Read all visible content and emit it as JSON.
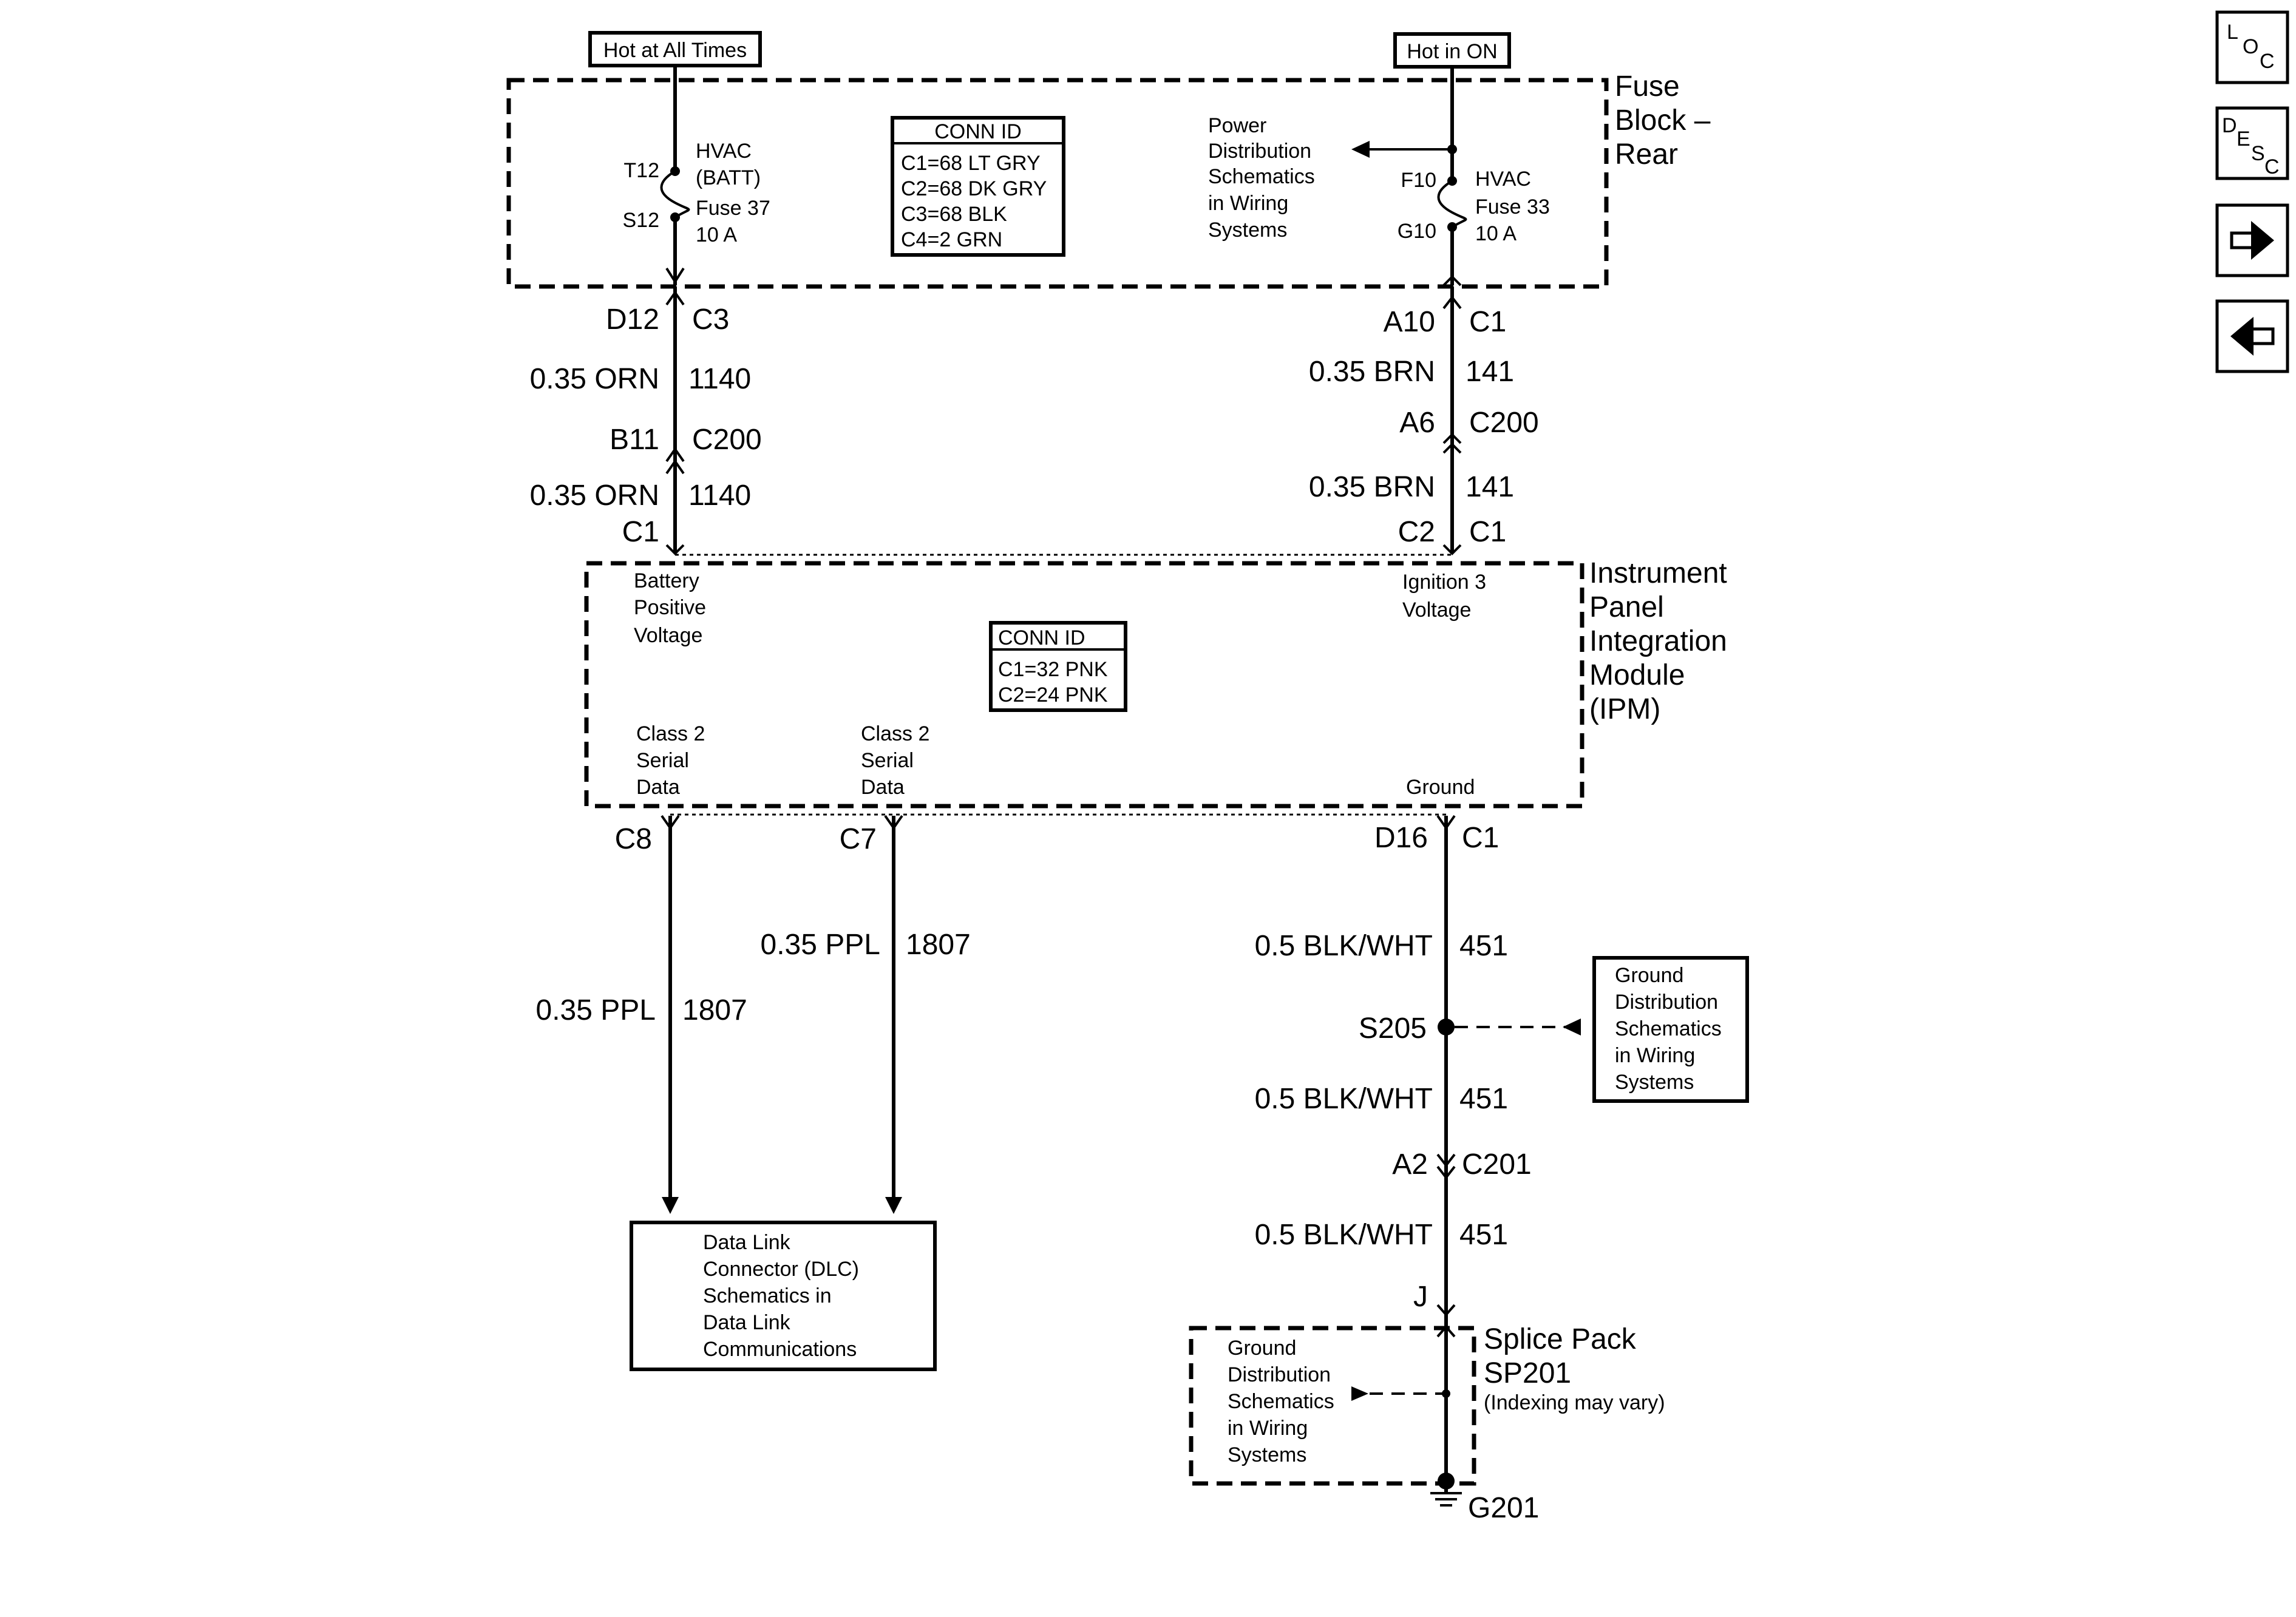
{
  "power_sources": {
    "batt": "Hot at All Times",
    "ign": "Hot in ON"
  },
  "fuse_block": {
    "title_lines": [
      "Fuse",
      "Block –",
      "Rear"
    ],
    "conn_id": {
      "header": "CONN ID",
      "lines": [
        "C1=68 LT GRY",
        "C2=68 DK GRY",
        "C3=68 BLK",
        "C4=2 GRN"
      ]
    },
    "fuse_left": {
      "term_top": "T12",
      "term_bottom": "S12",
      "label_lines": [
        "HVAC",
        "(BATT)",
        "Fuse 37",
        "10 A"
      ]
    },
    "fuse_right": {
      "term_top": "F10",
      "term_bottom": "G10",
      "label_lines": [
        "HVAC",
        "Fuse 33",
        "10 A"
      ]
    },
    "power_dist_lines": [
      "Power",
      "Distribution",
      "Schematics",
      "in Wiring",
      "Systems"
    ]
  },
  "wires_left": {
    "pin_top": "D12",
    "conn_top": "C3",
    "wire1_gauge": "0.35 ORN",
    "wire1_circuit": "1140",
    "pin_mid": "B11",
    "conn_mid": "C200",
    "wire2_gauge": "0.35 ORN",
    "wire2_circuit": "1140",
    "conn_bottom": "C1"
  },
  "wires_right": {
    "pin_top": "A10",
    "conn_top": "C1",
    "wire1_gauge": "0.35 BRN",
    "wire1_circuit": "141",
    "pin_mid": "A6",
    "conn_mid": "C200",
    "wire2_gauge": "0.35 BRN",
    "wire2_circuit": "141",
    "pin_bottom": "C2",
    "conn_bottom": "C1"
  },
  "ipm": {
    "title_lines": [
      "Instrument",
      "Panel",
      "Integration",
      "Module",
      "(IPM)"
    ],
    "batt_lines": [
      "Battery",
      "Positive",
      "Voltage"
    ],
    "ign_lines": [
      "Ignition 3",
      "Voltage"
    ],
    "conn_id": {
      "header": "CONN ID",
      "lines": [
        "C1=32 PNK",
        "C2=24 PNK"
      ]
    },
    "class2_a_lines": [
      "Class 2",
      "Serial",
      "Data"
    ],
    "class2_b_lines": [
      "Class 2",
      "Serial",
      "Data"
    ],
    "ground": "Ground"
  },
  "data_wires": {
    "pin_a": "C8",
    "pin_b": "C7",
    "wire_a_gauge": "0.35 PPL",
    "wire_a_circuit": "1807",
    "wire_b_gauge": "0.35 PPL",
    "wire_b_circuit": "1807"
  },
  "dlc_lines": [
    "Data Link",
    "Connector (DLC)",
    "Schematics in",
    "Data Link",
    "Communications"
  ],
  "ground_wires": {
    "pin_top": "D16",
    "conn_top": "C1",
    "wire1_gauge": "0.5 BLK/WHT",
    "wire1_circuit": "451",
    "splice": "S205",
    "wire2_gauge": "0.5 BLK/WHT",
    "wire2_circuit": "451",
    "pin_mid": "A2",
    "conn_mid": "C201",
    "wire3_gauge": "0.5 BLK/WHT",
    "wire3_circuit": "451",
    "pin_j": "J"
  },
  "ground_dist_right_lines": [
    "Ground",
    "Distribution",
    "Schematics",
    "in Wiring",
    "Systems"
  ],
  "splice_pack": {
    "title_lines": [
      "Splice Pack",
      "SP201"
    ],
    "note": "(Indexing may vary)",
    "inner_lines": [
      "Ground",
      "Distribution",
      "Schematics",
      "in Wiring",
      "Systems"
    ],
    "ground_label": "G201"
  },
  "nav": {
    "loc": [
      "L",
      "O",
      "C"
    ],
    "desc": [
      "D",
      "E",
      "S",
      "C"
    ],
    "forward_icon": "arrow-right-icon",
    "back_icon": "arrow-left-icon"
  }
}
